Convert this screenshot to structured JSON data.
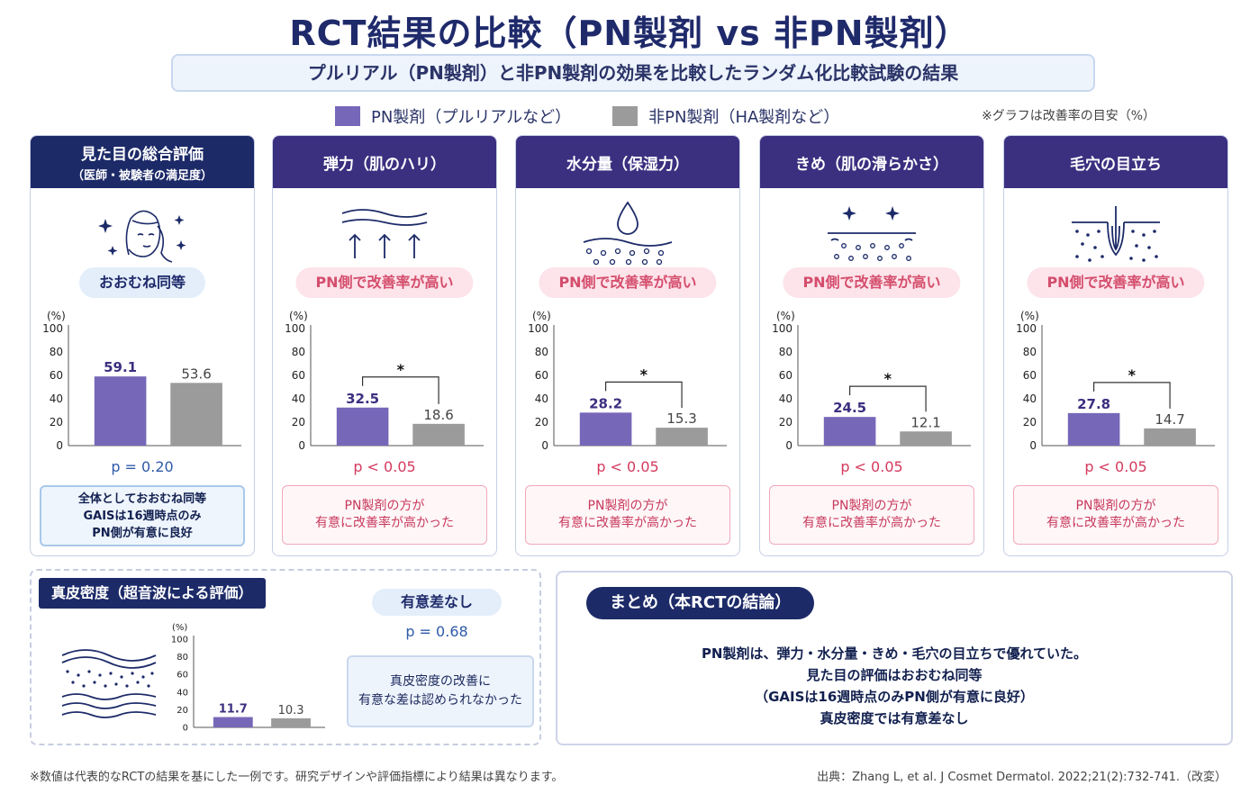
{
  "title": "RCT結果の比較（PN製剤 vs 非PN製剤）",
  "subtitle": "プルリアル（PN製剤）と非PN製剤の効果を比較したランダム化比較試験の結果",
  "legend": {
    "pn": {
      "label": "PN製剤（プルリアルなど）",
      "color": "#7767b9"
    },
    "non_pn": {
      "label": "非PN製剤（HA製剤など）",
      "color": "#9b9b9b"
    },
    "note": "※グラフは改善率の目安（%）"
  },
  "cards": [
    {
      "title": "見た目の総合評価",
      "subtitle": "（医師・被験者の満足度）",
      "icon": "face-sparkle-icon",
      "verdict": "おおむね同等",
      "p": "p = 0.20",
      "note": [
        "全体としておおむね同等",
        "GAISは16週時点のみ",
        "PN側が有意に良好"
      ]
    },
    {
      "title": "弾力（肌のハリ）",
      "icon": "elasticity-icon",
      "verdict": "PN側で改善率が高い",
      "p": "p < 0.05",
      "note": [
        "PN製剤の方が",
        "有意に改善率が高かった"
      ]
    },
    {
      "title": "水分量（保湿力）",
      "icon": "water-drop-icon",
      "verdict": "PN側で改善率が高い",
      "p": "p < 0.05",
      "note": [
        "PN製剤の方が",
        "有意に改善率が高かった"
      ]
    },
    {
      "title": "きめ（肌の滑らかさ）",
      "icon": "smooth-skin-icon",
      "verdict": "PN側で改善率が高い",
      "p": "p < 0.05",
      "note": [
        "PN製剤の方が",
        "有意に改善率が高かった"
      ]
    },
    {
      "title": "毛穴の目立ち",
      "icon": "pore-icon",
      "verdict": "PN側で改善率が高い",
      "p": "p < 0.05",
      "note": [
        "PN製剤の方が",
        "有意に改善率が高かった"
      ]
    }
  ],
  "dermis": {
    "title": "真皮密度（超音波による評価）",
    "icon": "skin-layers-icon",
    "verdict": "有意差なし",
    "p": "p = 0.68",
    "note": [
      "真皮密度の改善に",
      "有意な差は認められなかった"
    ]
  },
  "summary": {
    "title": "まとめ（本RCTの結論）",
    "lines": [
      "PN製剤は、弾力・水分量・きめ・毛穴の目立ちで優れていた。",
      "見た目の評価はおおむね同等",
      "（GAISは16週時点のみPN側が有意に良好）",
      "真皮密度では有意差なし"
    ]
  },
  "footnote": "※数値は代表的なRCTの結果を基にした一例です。研究デザインや評価指標により結果は異なります。",
  "source": "出典：Zhang L, et al. J Cosmet Dermatol. 2022;21(2):732-741.（改変）",
  "chart_data": [
    {
      "type": "bar",
      "title": "見た目の総合評価",
      "ylabel": "(%)",
      "ylim": [
        0,
        100
      ],
      "yticks": [
        0,
        20,
        40,
        60,
        80,
        100
      ],
      "values": [
        59.1,
        53.6
      ],
      "significant": false,
      "colors": [
        "#7767b9",
        "#9b9b9b"
      ]
    },
    {
      "type": "bar",
      "title": "弾力（肌のハリ）",
      "ylabel": "(%)",
      "ylim": [
        0,
        100
      ],
      "yticks": [
        0,
        20,
        40,
        60,
        80,
        100
      ],
      "values": [
        32.5,
        18.6
      ],
      "significant": true,
      "sig_mark": "*",
      "colors": [
        "#7767b9",
        "#9b9b9b"
      ]
    },
    {
      "type": "bar",
      "title": "水分量（保湿力）",
      "ylabel": "(%)",
      "ylim": [
        0,
        100
      ],
      "yticks": [
        0,
        20,
        40,
        60,
        80,
        100
      ],
      "values": [
        28.2,
        15.3
      ],
      "significant": true,
      "sig_mark": "*",
      "colors": [
        "#7767b9",
        "#9b9b9b"
      ]
    },
    {
      "type": "bar",
      "title": "きめ（肌の滑らかさ）",
      "ylabel": "(%)",
      "ylim": [
        0,
        100
      ],
      "yticks": [
        0,
        20,
        40,
        60,
        80,
        100
      ],
      "values": [
        24.5,
        12.1
      ],
      "significant": true,
      "sig_mark": "*",
      "colors": [
        "#7767b9",
        "#9b9b9b"
      ]
    },
    {
      "type": "bar",
      "title": "毛穴の目立ち",
      "ylabel": "(%)",
      "ylim": [
        0,
        100
      ],
      "yticks": [
        0,
        20,
        40,
        60,
        80,
        100
      ],
      "values": [
        27.8,
        14.7
      ],
      "significant": true,
      "sig_mark": "*",
      "colors": [
        "#7767b9",
        "#9b9b9b"
      ]
    },
    {
      "type": "bar",
      "title": "真皮密度（超音波による評価）",
      "ylabel": "(%)",
      "ylim": [
        0,
        100
      ],
      "yticks": [
        0,
        20,
        40,
        60,
        80,
        100
      ],
      "values": [
        11.7,
        10.3
      ],
      "significant": false,
      "colors": [
        "#7767b9",
        "#9b9b9b"
      ]
    }
  ]
}
